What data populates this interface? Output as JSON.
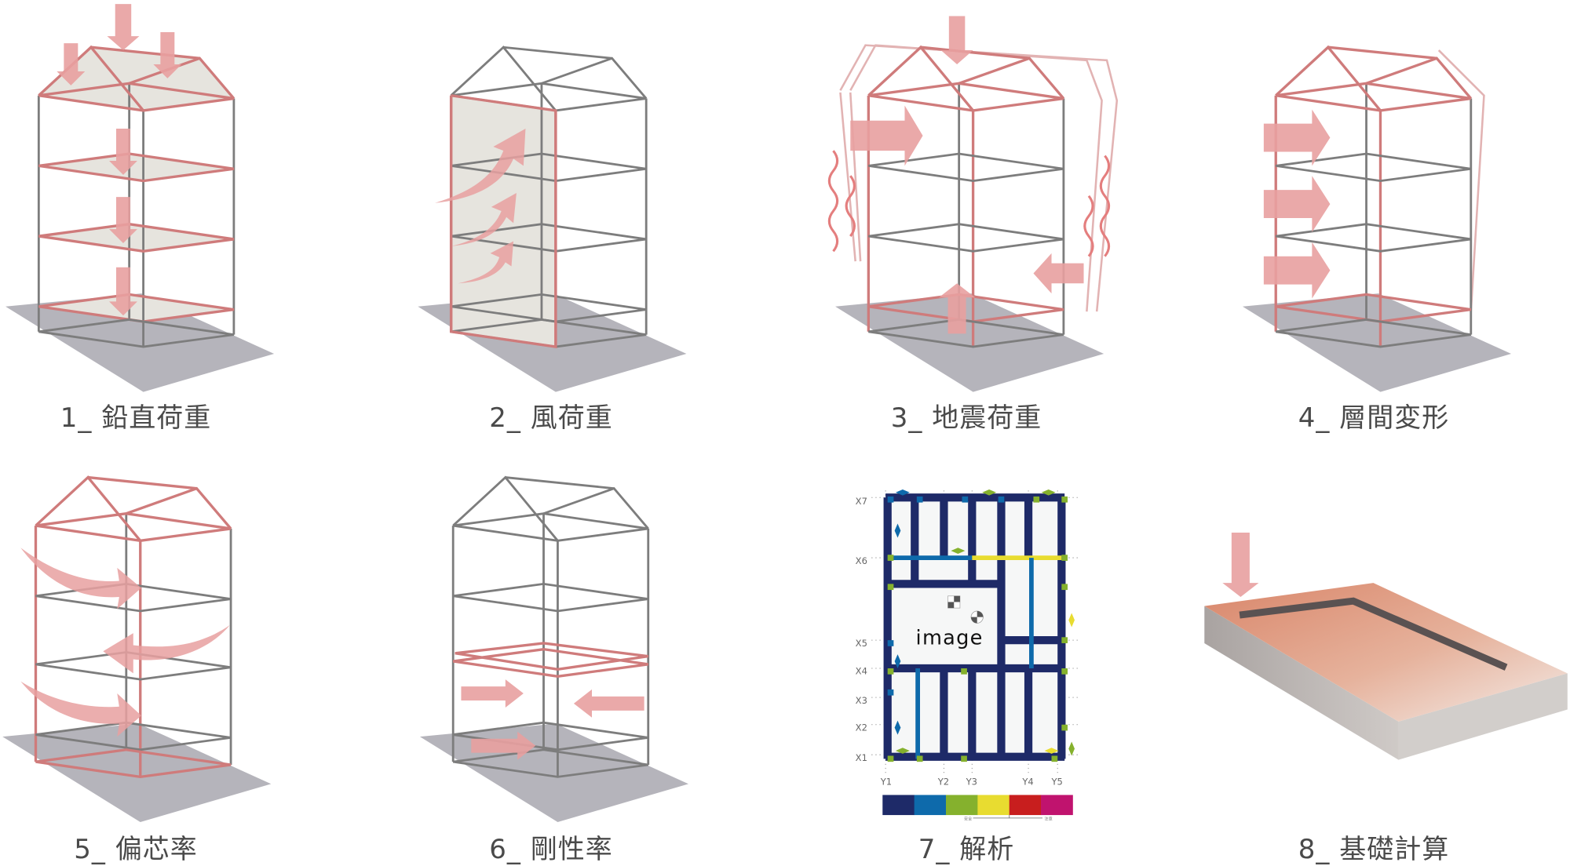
{
  "panels": [
    {
      "label": "1_ 鉛直荷重"
    },
    {
      "label": "2_ 風荷重"
    },
    {
      "label": "3_ 地震荷重"
    },
    {
      "label": "4_ 層間変形"
    },
    {
      "label": "5_ 偏芯率"
    },
    {
      "label": "6_ 剛性率"
    },
    {
      "label": "7_ 解析"
    },
    {
      "label": "8_ 基礎計算"
    }
  ],
  "analysis": {
    "rows": [
      "X7",
      "X6",
      "X5",
      "X4",
      "X3",
      "X2",
      "X1"
    ],
    "cols": [
      "Y1",
      "Y2",
      "Y3",
      "Y4",
      "Y5"
    ],
    "watermark": "image",
    "legend_left": "安全",
    "legend_right": "注意",
    "scale_colors": [
      "#1e2a68",
      "#0e6aab",
      "#85b12d",
      "#e8dc30",
      "#c81e1e",
      "#c0136e"
    ]
  },
  "colors": {
    "highlight": "#cf7b7b",
    "arrow": "#e8a0a0",
    "frame": "#7d7d7d",
    "shadow": "#b5b4bb"
  }
}
